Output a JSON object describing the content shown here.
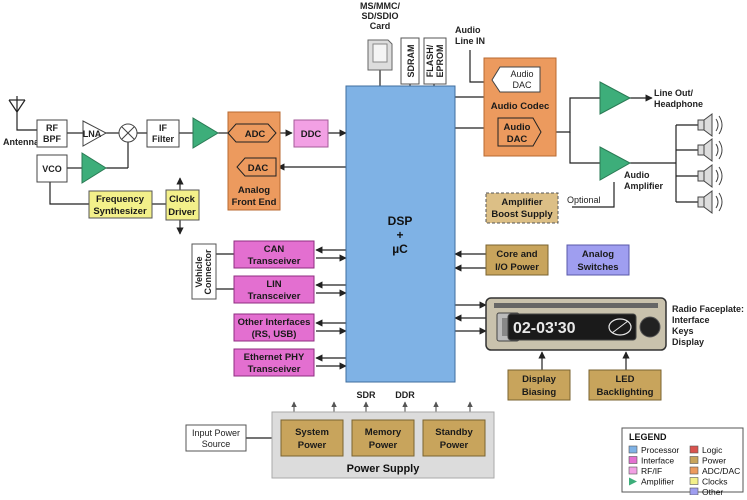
{
  "signal_chain": {
    "antenna": "Antenna",
    "rf_bpf": [
      "RF",
      "BPF"
    ],
    "lna": "LNA",
    "if_filter": [
      "IF",
      "Filter"
    ],
    "vco": "VCO",
    "freq_synth": [
      "Frequency",
      "Synthesizer"
    ],
    "clock_driver": [
      "Clock",
      "Driver"
    ]
  },
  "afe": {
    "adc": "ADC",
    "dac": "DAC",
    "title": [
      "Analog",
      "Front End"
    ],
    "ddc": "DDC"
  },
  "memory_top": {
    "card": [
      "MS/MMC/",
      "SD/SDIO",
      "Card"
    ],
    "sdram": "SDRAM",
    "flash": [
      "FLASH/",
      "EPROM"
    ],
    "audio_line_in": [
      "Audio",
      "Line IN"
    ]
  },
  "dsp": {
    "line1": "DSP",
    "line2": "+",
    "line3": "µC"
  },
  "audio_codec": {
    "dac_top": [
      "Audio",
      "DAC"
    ],
    "title": "Audio Codec",
    "dac_bottom": [
      "Audio",
      "DAC"
    ]
  },
  "outputs": {
    "line_out": [
      "Line Out/",
      "Headphone"
    ],
    "audio_amp": [
      "Audio",
      "Amplifier"
    ],
    "optional": "Optional",
    "amp_boost": [
      "Amplifier",
      "Boost Supply"
    ]
  },
  "interfaces": {
    "vehicle_connector": [
      "Vehicle",
      "Connector"
    ],
    "can": [
      "CAN",
      "Transceiver"
    ],
    "lin": [
      "LIN",
      "Transceiver"
    ],
    "other": [
      "Other Interfaces",
      "(RS, USB)"
    ],
    "ethernet": [
      "Ethernet PHY",
      "Transceiver"
    ]
  },
  "right_blocks": {
    "core_io": [
      "Core and",
      "I/O Power"
    ],
    "analog_switches": [
      "Analog",
      "Switches"
    ]
  },
  "faceplate": {
    "label": [
      "Radio Faceplate:",
      "Interface",
      "Keys",
      "Display"
    ],
    "display_text": "02-03'30",
    "display_biasing": [
      "Display",
      "Biasing"
    ],
    "led_backlighting": [
      "LED",
      "Backlighting"
    ]
  },
  "power": {
    "sdr": "SDR",
    "ddr": "DDR",
    "input_source": [
      "Input Power",
      "Source"
    ],
    "system": [
      "System",
      "Power"
    ],
    "memory": [
      "Memory",
      "Power"
    ],
    "standby": [
      "Standby",
      "Power"
    ],
    "supply_title": "Power Supply"
  },
  "legend": {
    "title": "LEGEND",
    "items": [
      {
        "label": "Processor",
        "color": "#7fb2e5",
        "shape": "box"
      },
      {
        "label": "Interface",
        "color": "#e36fd0",
        "shape": "box"
      },
      {
        "label": "RF/IF",
        "color": "#f2a0e4",
        "shape": "box"
      },
      {
        "label": "Amplifier",
        "color": "#3dae7a",
        "shape": "triangle"
      },
      {
        "label": "Logic",
        "color": "#d9534f",
        "shape": "box"
      },
      {
        "label": "Power",
        "color": "#c8a45c",
        "shape": "box"
      },
      {
        "label": "ADC/DAC",
        "color": "#ec9a5e",
        "shape": "box"
      },
      {
        "label": "Clocks",
        "color": "#f3f08a",
        "shape": "box"
      },
      {
        "label": "Other",
        "color": "#9f9ef0",
        "shape": "box"
      }
    ]
  },
  "colors": {
    "processor": "#7fb2e5",
    "interface": "#e36fd0",
    "rfif": "#f2a0e4",
    "amplifier": "#3dae7a",
    "power": "#c8a45c",
    "adcdac": "#ec9a5e",
    "clocks": "#f3f08a",
    "other": "#9f9ef0"
  }
}
